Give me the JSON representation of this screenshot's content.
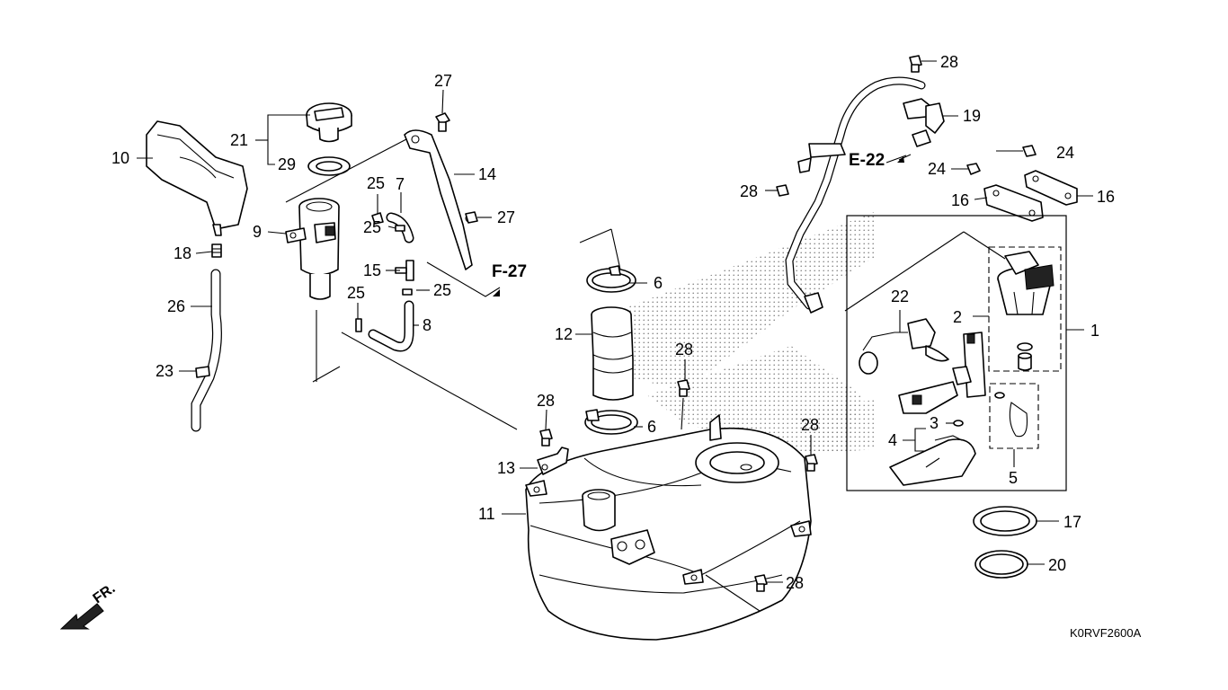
{
  "diagram": {
    "code": "K0RVF2600A",
    "direction_label": "FR.",
    "section_refs": [
      {
        "id": "E-22",
        "text": "E-22"
      },
      {
        "id": "F-27",
        "text": "F-27"
      }
    ],
    "callouts": {
      "p1": "1",
      "p2": "2",
      "p3": "3",
      "p4": "4",
      "p5": "5",
      "p6a": "6",
      "p6b": "6",
      "p7": "7",
      "p8": "8",
      "p9": "9",
      "p10": "10",
      "p11": "11",
      "p12": "12",
      "p13": "13",
      "p14": "14",
      "p15": "15",
      "p16a": "16",
      "p16b": "16",
      "p17": "17",
      "p18": "18",
      "p19": "19",
      "p20": "20",
      "p21": "21",
      "p22": "22",
      "p23": "23",
      "p24a": "24",
      "p24b": "24",
      "p25a": "25",
      "p25b": "25",
      "p25c": "25",
      "p25d": "25",
      "p26": "26",
      "p27a": "27",
      "p27b": "27",
      "p28a": "28",
      "p28b": "28",
      "p28c": "28",
      "p28d": "28",
      "p28e": "28",
      "p28f": "28",
      "p29": "29"
    }
  }
}
